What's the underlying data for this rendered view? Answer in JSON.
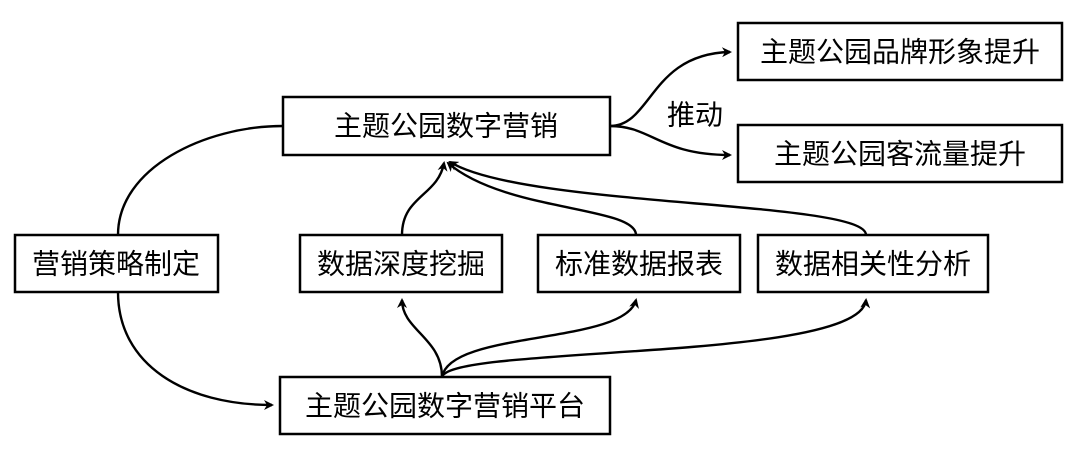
{
  "nodes": {
    "brand_image": "主题公园品牌形象提升",
    "digital_marketing": "主题公园数字营销",
    "visitor_flow": "主题公园客流量提升",
    "strategy": "营销策略制定",
    "data_mining": "数据深度挖掘",
    "standard_reports": "标准数据报表",
    "correlation_analysis": "数据相关性分析",
    "platform": "主题公园数字营销平台"
  },
  "edge_labels": {
    "drive": "推动"
  },
  "colors": {
    "stroke": "#000000",
    "background": "#ffffff"
  }
}
